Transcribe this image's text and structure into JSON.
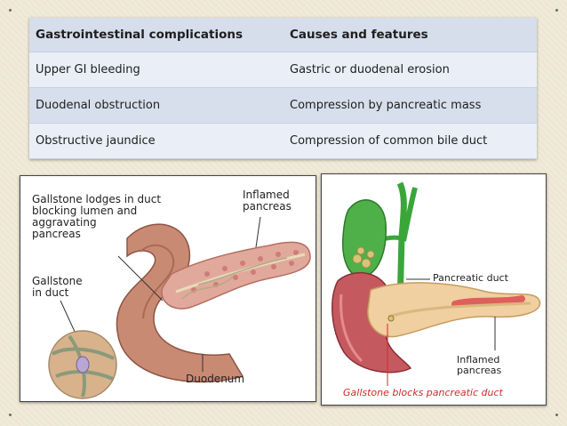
{
  "table": {
    "headers": [
      "Gastrointestinal complications",
      "Causes and features"
    ],
    "rows": [
      [
        "Upper GI bleeding",
        "Gastric or duodenal erosion"
      ],
      [
        "Duodenal obstruction",
        "Compression by pancreatic mass"
      ],
      [
        "Obstructive jaundice",
        "Compression of common bile duct"
      ]
    ]
  },
  "left_figure": {
    "gallstone_lodges": "Gallstone lodges in duct\nblocking lumen and\naggravating\npancreas",
    "inflamed_pancreas": "Inflamed\npancreas",
    "gallstone_in_duct": "Gallstone\nin duct",
    "duodenum": "Duodenum"
  },
  "right_figure": {
    "pancreatic_duct": "Pancreatic duct",
    "inflamed_pancreas": "Inflamed pancreas",
    "gallstone_blocks": "Gallstone blocks pancreatic duct"
  },
  "colors": {
    "table_header": "#d6deec",
    "row_light": "#e9eef7",
    "row_dark": "#d7dfec",
    "caption_red": "#d22a2a"
  }
}
